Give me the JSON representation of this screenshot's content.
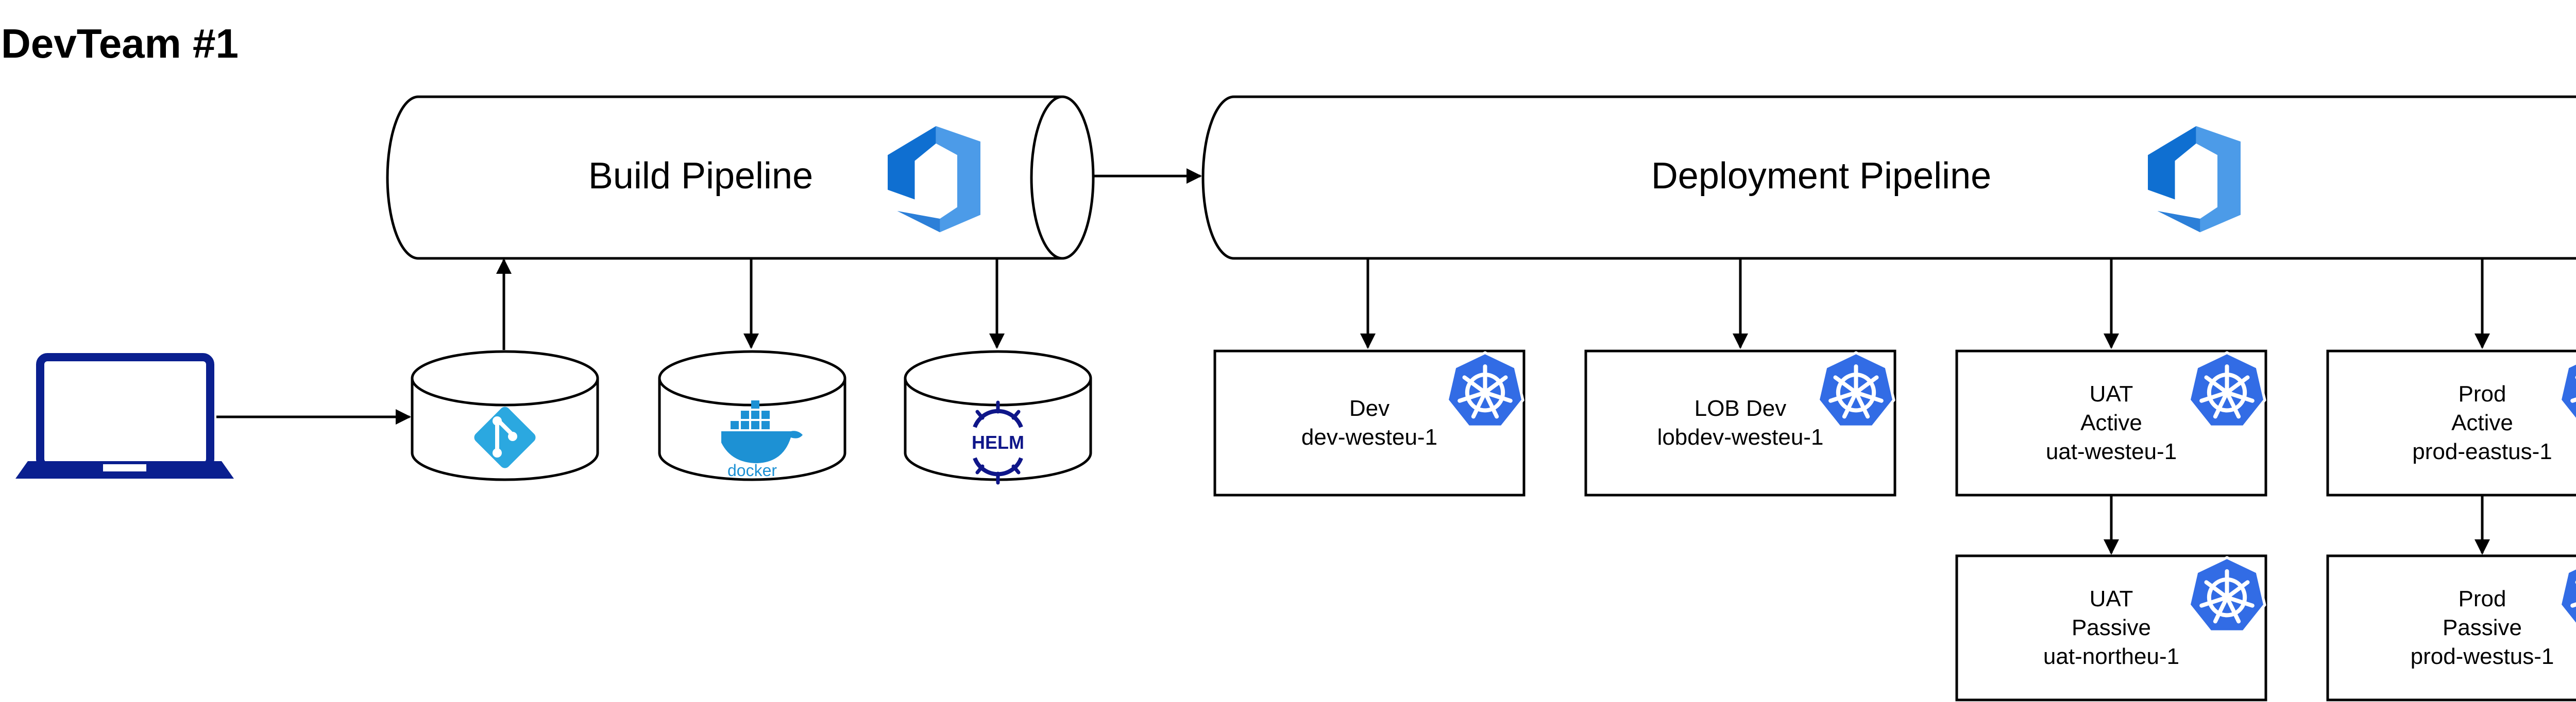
{
  "title": "DevTeam #1",
  "pipelines": {
    "build": {
      "label": "Build Pipeline",
      "icon": "azure-devops-icon"
    },
    "deploy": {
      "label": "Deployment Pipeline",
      "icon": "azure-devops-icon"
    }
  },
  "repos": [
    {
      "icon": "git-icon"
    },
    {
      "icon": "docker-icon",
      "label": "docker"
    },
    {
      "icon": "helm-icon",
      "label": "HELM"
    }
  ],
  "clusters": [
    {
      "name": "Dev",
      "status": "",
      "cluster": "dev-westeu-1",
      "icon": "kubernetes-icon"
    },
    {
      "name": "LOB Dev",
      "status": "",
      "cluster": "lobdev-westeu-1",
      "icon": "kubernetes-icon"
    },
    {
      "name": "UAT",
      "status": "Active",
      "cluster": "uat-westeu-1",
      "icon": "kubernetes-icon"
    },
    {
      "name": "Prod",
      "status": "Active",
      "cluster": "prod-eastus-1",
      "icon": "kubernetes-icon"
    },
    {
      "name": "UAT",
      "status": "Passive",
      "cluster": "uat-northeu-1",
      "icon": "kubernetes-icon"
    },
    {
      "name": "Prod",
      "status": "Passive",
      "cluster": "prod-westus-1",
      "icon": "kubernetes-icon"
    }
  ],
  "colors": {
    "azure_light": "#6FB4F0",
    "azure_dark": "#0F6FD1",
    "git": "#2BA8E0",
    "docker": "#1D91D4",
    "helm": "#0F1689",
    "kubernetes": "#326CE5",
    "laptop": "#0A1F8F"
  }
}
